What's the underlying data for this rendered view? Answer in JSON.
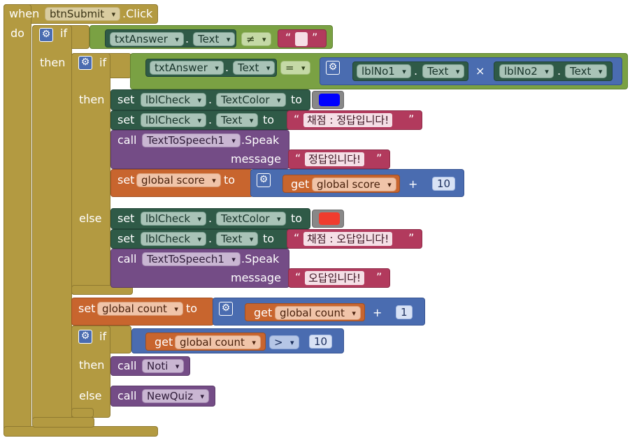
{
  "event": {
    "when": "when",
    "component": "btnSubmit",
    "event": ".Click",
    "do": "do"
  },
  "kw": {
    "if": "if",
    "then": "then",
    "else": "else",
    "set": "set",
    "to": "to",
    "call": "call",
    "get": "get",
    "dot": ".",
    "message": "message",
    "neq": "≠",
    "eq": "=",
    "times": "×",
    "plus": "+",
    "gt": ">",
    "quote_open": "“",
    "quote_close": "”"
  },
  "outer_if": {
    "component": "txtAnswer",
    "property": "Text",
    "operator": "≠",
    "value": ""
  },
  "inner_if": {
    "component": "txtAnswer",
    "property": "Text",
    "operator": "=",
    "left_component": "lblNo1",
    "left_property": "Text",
    "right_component": "lblNo2",
    "right_property": "Text"
  },
  "then_branch": {
    "set_color": {
      "component": "lblCheck",
      "property": "TextColor",
      "color": "#0000ff"
    },
    "set_text": {
      "component": "lblCheck",
      "property": "Text",
      "value": "채점 : 정답입니다!"
    },
    "speak": {
      "component": "TextToSpeech1",
      "method": ".Speak",
      "message": "정답입니다!"
    },
    "score": {
      "var": "global score",
      "get_var": "global score",
      "add": "10"
    }
  },
  "else_branch": {
    "set_color": {
      "component": "lblCheck",
      "property": "TextColor",
      "color": "#f03c2e"
    },
    "set_text": {
      "component": "lblCheck",
      "property": "Text",
      "value": "채점 : 오답입니다!"
    },
    "speak": {
      "component": "TextToSpeech1",
      "method": ".Speak",
      "message": "오답입니다!"
    }
  },
  "count": {
    "var": "global count",
    "get_var": "global count",
    "add": "1"
  },
  "count_if": {
    "get_var": "global count",
    "operator": ">",
    "value": "10"
  },
  "count_then": {
    "procedure": "Noti"
  },
  "count_else": {
    "procedure": "NewQuiz"
  },
  "colors": {
    "event": "#b39a41",
    "logic": "#7aa143",
    "math": "#4a6cb0",
    "component": "#2f5a47",
    "text": "#b23a5d",
    "procedure": "#744c86",
    "variable": "#c8652e"
  }
}
